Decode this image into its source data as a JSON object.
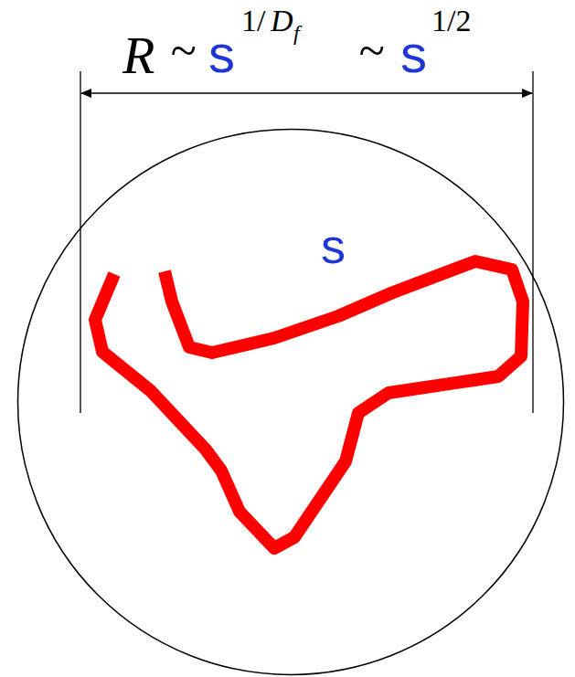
{
  "diagram": {
    "nodes": [
      {
        "text": [
          "s"
        ]
      }
    ],
    "labels": [
      "R",
      "~",
      "s",
      "1/",
      "D",
      "f",
      "~",
      "s",
      "1/2"
    ]
  }
}
